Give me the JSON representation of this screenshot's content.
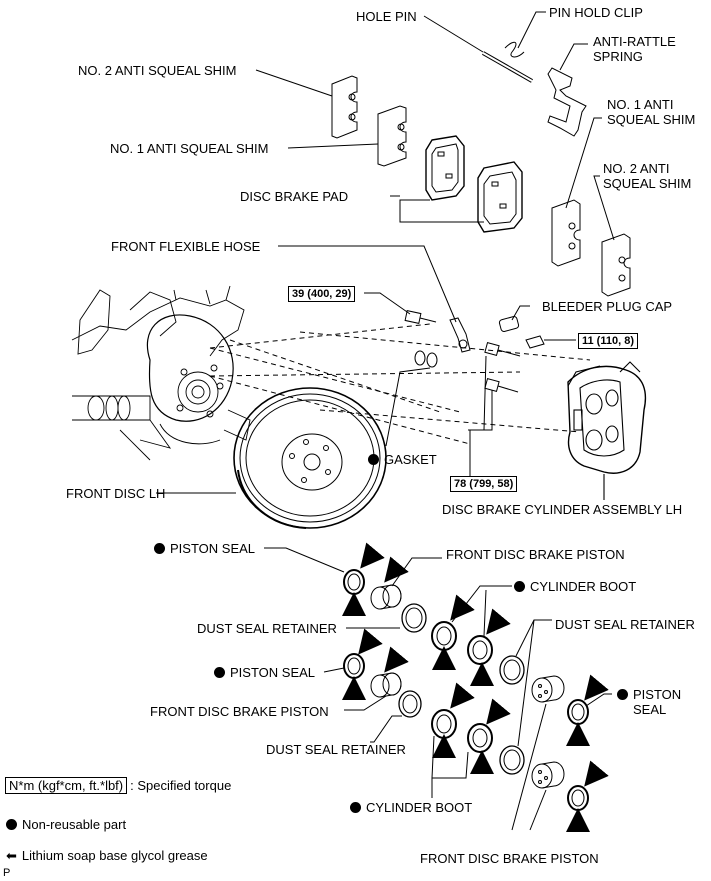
{
  "labels": {
    "hole_pin": "HOLE PIN",
    "pin_hold_clip": "PIN HOLD CLIP",
    "anti_rattle_spring": "ANTI-RATTLE\nSPRING",
    "no2_shim_top": "NO. 2 ANTI SQUEAL SHIM",
    "no1_shim_top": "NO. 1 ANTI SQUEAL SHIM",
    "no1_shim_right": "NO. 1 ANTI\nSQUEAL SHIM",
    "no2_shim_right": "NO. 2 ANTI\nSQUEAL SHIM",
    "disc_brake_pad": "DISC BRAKE PAD",
    "front_flexible_hose": "FRONT FLEXIBLE HOSE",
    "bleeder_plug_cap": "BLEEDER PLUG CAP",
    "gasket": "GASKET",
    "front_disc_lh": "FRONT DISC LH",
    "cylinder_assembly": "DISC BRAKE CYLINDER ASSEMBLY LH",
    "piston_seal_1": "PISTON SEAL",
    "front_piston_1": "FRONT DISC BRAKE PISTON",
    "cylinder_boot_1": "CYLINDER BOOT",
    "dust_seal_retainer_1": "DUST SEAL RETAINER",
    "dust_seal_retainer_2": "DUST SEAL RETAINER",
    "piston_seal_2": "PISTON SEAL",
    "piston_seal_3": "PISTON\nSEAL",
    "front_piston_2": "FRONT DISC BRAKE PISTON",
    "dust_seal_retainer_3": "DUST SEAL RETAINER",
    "cylinder_boot_2": "CYLINDER BOOT",
    "front_piston_3": "FRONT DISC BRAKE PISTON"
  },
  "torques": {
    "t39": "39 (400, 29)",
    "t11": "11 (110, 8)",
    "t78": "78 (799, 58)"
  },
  "legend": {
    "torque_unit": "N*m (kgf*cm, ft.*lbf)",
    "torque_text": ": Specified torque",
    "nonreusable": "Non-reusable part",
    "grease": "Lithium soap base glycol grease"
  },
  "corner_mark": "P"
}
